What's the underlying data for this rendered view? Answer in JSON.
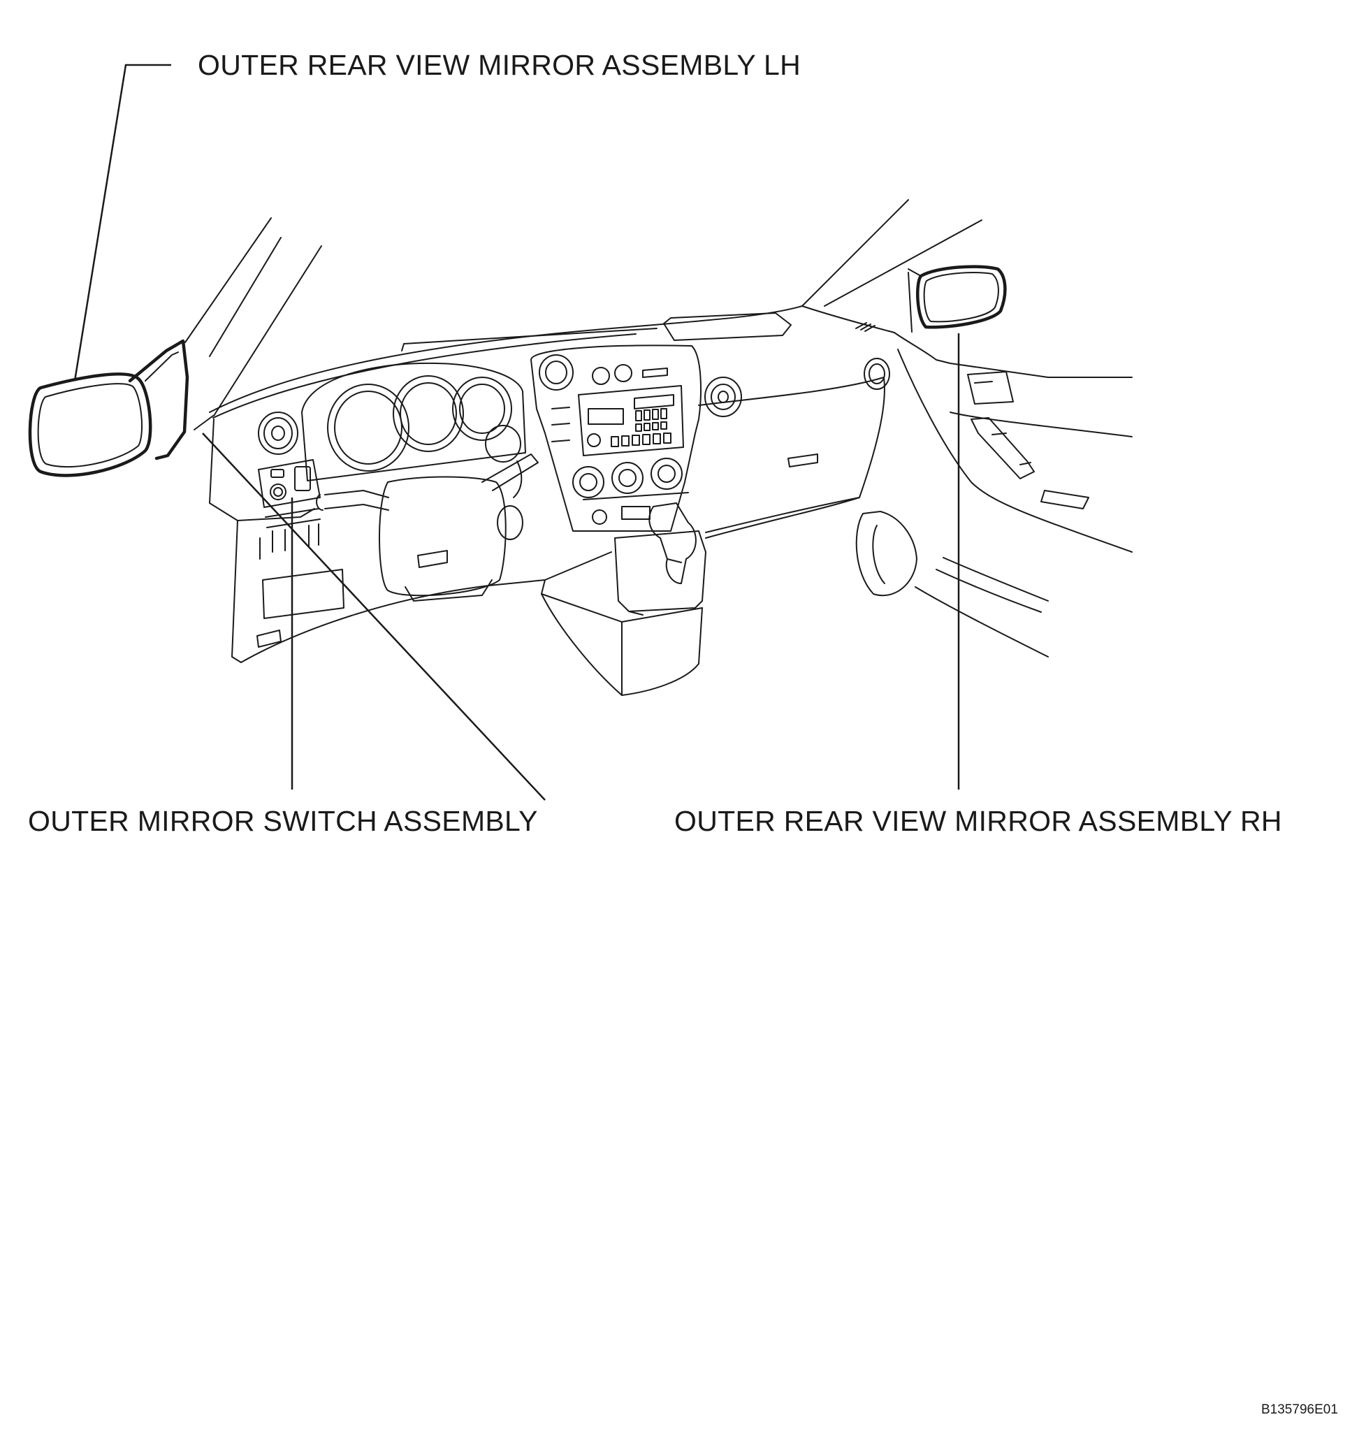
{
  "labels": {
    "mirror_lh": "OUTER REAR VIEW MIRROR ASSEMBLY LH",
    "mirror_switch": "OUTER MIRROR SWITCH ASSEMBLY",
    "mirror_rh": "OUTER REAR VIEW MIRROR ASSEMBLY RH"
  },
  "figure_id": "B135796E01",
  "colors": {
    "ink": "#1a1a1a",
    "background": "#ffffff"
  }
}
